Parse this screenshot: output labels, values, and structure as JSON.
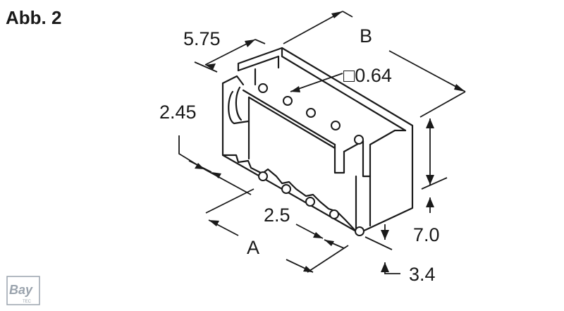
{
  "figure": {
    "title": "Abb. 2",
    "dimensions": {
      "top_width": "5.75",
      "length_b": "B",
      "pin_square": "□0.64",
      "left_offset": "2.45",
      "pitch": "2.5",
      "length_a": "A",
      "height": "7.0",
      "pin_length": "3.4"
    },
    "logo": {
      "text": "Bay",
      "subtext": "TEC"
    },
    "colors": {
      "ink": "#1a1a1a",
      "background": "#ffffff",
      "logo": "#9aa3ad"
    }
  }
}
